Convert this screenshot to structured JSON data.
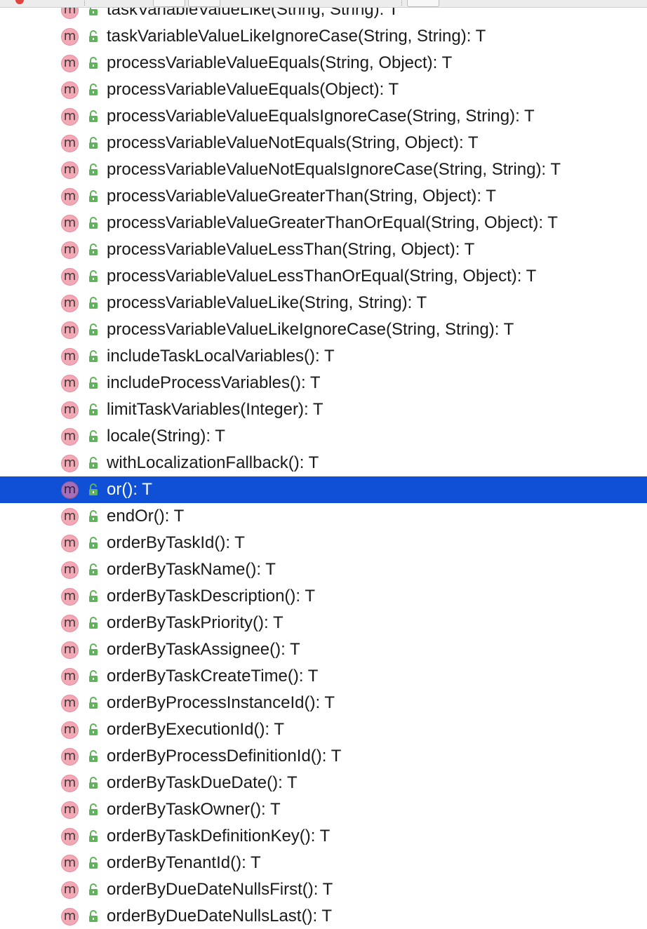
{
  "methods": [
    {
      "name": "taskVariableValueLike(String, String): T",
      "selected": false
    },
    {
      "name": "taskVariableValueLikeIgnoreCase(String, String): T",
      "selected": false
    },
    {
      "name": "processVariableValueEquals(String, Object): T",
      "selected": false
    },
    {
      "name": "processVariableValueEquals(Object): T",
      "selected": false
    },
    {
      "name": "processVariableValueEqualsIgnoreCase(String, String): T",
      "selected": false
    },
    {
      "name": "processVariableValueNotEquals(String, Object): T",
      "selected": false
    },
    {
      "name": "processVariableValueNotEqualsIgnoreCase(String, String): T",
      "selected": false
    },
    {
      "name": "processVariableValueGreaterThan(String, Object): T",
      "selected": false
    },
    {
      "name": "processVariableValueGreaterThanOrEqual(String, Object): T",
      "selected": false
    },
    {
      "name": "processVariableValueLessThan(String, Object): T",
      "selected": false
    },
    {
      "name": "processVariableValueLessThanOrEqual(String, Object): T",
      "selected": false
    },
    {
      "name": "processVariableValueLike(String, String): T",
      "selected": false
    },
    {
      "name": "processVariableValueLikeIgnoreCase(String, String): T",
      "selected": false
    },
    {
      "name": "includeTaskLocalVariables(): T",
      "selected": false
    },
    {
      "name": "includeProcessVariables(): T",
      "selected": false
    },
    {
      "name": "limitTaskVariables(Integer): T",
      "selected": false
    },
    {
      "name": "locale(String): T",
      "selected": false
    },
    {
      "name": "withLocalizationFallback(): T",
      "selected": false
    },
    {
      "name": "or(): T",
      "selected": true
    },
    {
      "name": "endOr(): T",
      "selected": false
    },
    {
      "name": "orderByTaskId(): T",
      "selected": false
    },
    {
      "name": "orderByTaskName(): T",
      "selected": false
    },
    {
      "name": "orderByTaskDescription(): T",
      "selected": false
    },
    {
      "name": "orderByTaskPriority(): T",
      "selected": false
    },
    {
      "name": "orderByTaskAssignee(): T",
      "selected": false
    },
    {
      "name": "orderByTaskCreateTime(): T",
      "selected": false
    },
    {
      "name": "orderByProcessInstanceId(): T",
      "selected": false
    },
    {
      "name": "orderByExecutionId(): T",
      "selected": false
    },
    {
      "name": "orderByProcessDefinitionId(): T",
      "selected": false
    },
    {
      "name": "orderByTaskDueDate(): T",
      "selected": false
    },
    {
      "name": "orderByTaskOwner(): T",
      "selected": false
    },
    {
      "name": "orderByTaskDefinitionKey(): T",
      "selected": false
    },
    {
      "name": "orderByTenantId(): T",
      "selected": false
    },
    {
      "name": "orderByDueDateNullsFirst(): T",
      "selected": false
    },
    {
      "name": "orderByDueDateNullsLast(): T",
      "selected": false
    }
  ],
  "icons": {
    "method_badge": "m",
    "method_icon": "method-icon",
    "visibility_icon": "public-lock-icon"
  },
  "colors": {
    "selection": "#0f50d7",
    "method_badge": "#f3a9b5",
    "method_badge_selected": "#a56fb8",
    "public_lock": "#5fb35a"
  }
}
